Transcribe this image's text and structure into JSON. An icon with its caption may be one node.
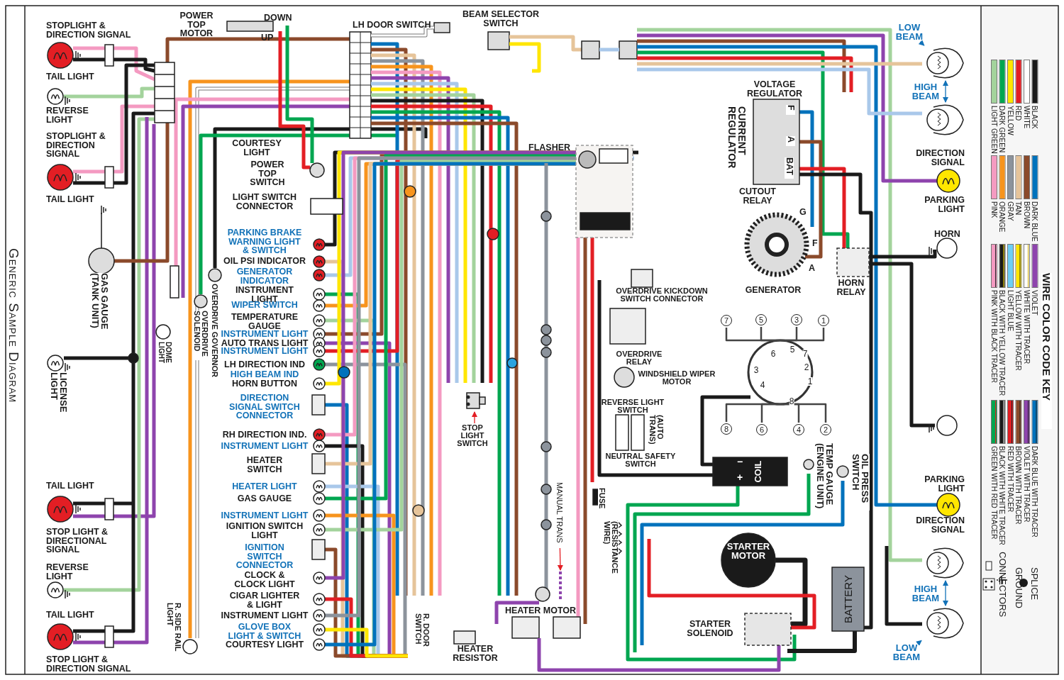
{
  "diagram": {
    "title": "Generic Sample Diagram",
    "nodes": [
      {
        "text": [
          "LOW BEAM"
        ]
      },
      {
        "text": [],
        "shape": "picture"
      },
      {
        "text": [],
        "shape": "picture"
      },
      {
        "text": [
          "STOP LIGHT SWITCH"
        ]
      },
      {
        "text": [],
        "shape": "picture"
      },
      {
        "text": [
          "MANUAL TRANS"
        ]
      },
      {
        "text": [],
        "shape": "picture"
      },
      {
        "text": [],
        "shape": "picture"
      },
      {
        "text": [
          "LOW BEAM"
        ]
      }
    ],
    "edges": [
      {
        "from": 0,
        "to": 1,
        "arrow": "to"
      },
      {
        "from": 1,
        "to": 2,
        "arrow": "both",
        "label": "HIGH BEAM"
      },
      {
        "from": 3,
        "to": 4,
        "arrow": "to",
        "color": "#e31e24"
      },
      {
        "from": 5,
        "to": null,
        "arrow": "to",
        "color": "#e31e24"
      },
      {
        "from": 6,
        "to": 7,
        "arrow": "both",
        "label": "HIGH BEAM"
      },
      {
        "from": 8,
        "to": 7,
        "arrow": "to"
      }
    ],
    "labels": [
      "STOPLIGHT & DIRECTION SIGNAL",
      "POWER TOP MOTOR",
      "DOWN",
      "UP",
      "LH DOOR SWITCH",
      "BEAM SELECTOR SWITCH",
      "TAIL LIGHT",
      "REVERSE LIGHT",
      "VOLTAGE REGULATOR",
      "CURRENT REGULATOR",
      "F",
      "A",
      "BAT",
      "STOPLIGHT & DIRECTION SIGNAL",
      "COURTESY LIGHT",
      "FLASHER",
      "DIRECTION SIGNAL",
      "POWER TOP SWITCH",
      "CUTOUT RELAY",
      "TAIL LIGHT",
      "PARKING LIGHT",
      "LIGHT SWITCH CONNECTOR",
      "G",
      "PARKING BRAKE WARNING LIGHT & SWITCH",
      "HORN",
      "F",
      "A",
      "OIL PSI INDICATOR",
      "GENERATOR INDICATOR",
      "GAS GAUGE (TANK UNIT)",
      "GENERATOR",
      "HORN RELAY",
      "OVERDRIVE KICKDOWN SWITCH CONNECTOR",
      "INSTRUMENT LIGHT",
      "OVERDRIVE SOLENOID",
      "OVERDRIVE GOVERNOR",
      "WIPER SWITCH",
      "TEMPERATURE GAUGE",
      "INSTRUMENT LIGHT",
      "AUTO TRANS LIGHT",
      "INSTRUMENT LIGHT",
      "DOME LIGHT",
      "OVERDRIVE RELAY",
      "LH DIRECTION IND",
      "LICENSE LIGHT",
      "HIGH BEAM IND",
      "WINDSHIELD WIPER MOTOR",
      "HORN BUTTON",
      "DIRECTION SIGNAL SWITCH CONNECTOR",
      "REVERSE LIGHT SWITCH",
      "(AUTO TRANS)",
      "RH DIRECTION IND.",
      "INSTRUMENT LIGHT",
      "NEUTRAL SAFETY SWITCH",
      "HEATER SWITCH",
      "TEMP GAUGE (ENGINE UNIT)",
      "OIL PRESS SWITCH",
      "COIL",
      "−",
      "+",
      "TAIL LIGHT",
      "PARKING LIGHT",
      "HEATER LIGHT",
      "GAS GAUGE",
      "FUSE",
      "INSTRUMENT LIGHT",
      "DIRECTION SIGNAL",
      "STOP LIGHT & DIRECTIONAL SIGNAL",
      "IGNITION SWITCH LIGHT",
      "(RESISTANCE WIRE)",
      "IGNITION SWITCH CONNECTOR",
      "STARTER MOTOR",
      "REVERSE LIGHT",
      "CLOCK & CLOCK LIGHT",
      "CIGAR LIGHTER & LIGHT",
      "BATTERY",
      "HEATER MOTOR",
      "TAIL LIGHT",
      "INSTRUMENT LIGHT",
      "R. SIDE RAIL LIGHT",
      "R. DOOR SWITCH",
      "STARTER SOLENOID",
      "GLOVE BOX LIGHT & SWITCH",
      "COURTESY LIGHT",
      "HEATER RESISTOR",
      "STOP LIGHT & DIRECTION SIGNAL",
      "7",
      "5",
      "3",
      "1",
      "6",
      "5",
      "7",
      "3",
      "2",
      "4",
      "1",
      "8",
      "8",
      "6",
      "4",
      "2",
      "WIRE COLOR CODE KEY"
    ],
    "legend": [
      {
        "text": "BLACK",
        "color": "#1a1a1a"
      },
      {
        "text": "WHITE",
        "color": "#ffffff"
      },
      {
        "text": "RED",
        "color": "#e31e24"
      },
      {
        "text": "YELLOW",
        "color": "#ffe600"
      },
      {
        "text": "DARK GREEN",
        "color": "#00a650"
      },
      {
        "text": "LIGHT GREEN",
        "color": "#a3d39c"
      },
      {
        "text": "DARK BLUE",
        "color": "#0072bc"
      },
      {
        "text": "BROWN",
        "color": "#8b4a2b"
      },
      {
        "text": "TAN",
        "color": "#e6c49a"
      },
      {
        "text": "GRAY",
        "color": "#8c939c"
      },
      {
        "text": "ORANGE",
        "color": "#f7941d"
      },
      {
        "text": "PINK",
        "color": "#f49ac1"
      },
      {
        "text": "VIOLET",
        "color": "#8e44ad"
      },
      {
        "text": "WHITE WITH TRACER",
        "color": "#ffffff"
      },
      {
        "text": "YELLOW WITH TRACER",
        "color": "#ffe600"
      },
      {
        "text": "LIGHT BLUE",
        "color": "#6dcff6"
      },
      {
        "text": "BLACK WITH YELLOW TRACER",
        "color": "#1a1a1a"
      },
      {
        "text": "PINK WITH BLACK TRACER",
        "color": "#f49ac1"
      },
      {
        "text": "DARK BLUE WITH TRACER",
        "color": "#0072bc"
      },
      {
        "text": "VIOLET WITH TRACER",
        "color": "#8e44ad"
      },
      {
        "text": "BROWN WITH TRACER",
        "color": "#8b4a2b"
      },
      {
        "text": "RED WITH TRACER",
        "color": "#e31e24"
      },
      {
        "text": "BLACK WITH WHITE TRACER",
        "color": "#1a1a1a"
      },
      {
        "text": "GREEN WITH RED TRACER",
        "color": "#00a650"
      },
      {
        "text": "SPLICE"
      },
      {
        "text": "GROUND"
      },
      {
        "text": "CONNECTORS"
      }
    ]
  }
}
